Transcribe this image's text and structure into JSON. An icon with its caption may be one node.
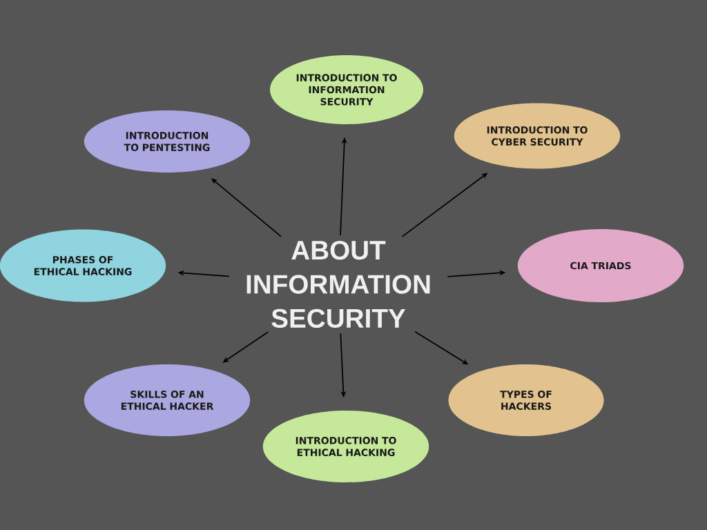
{
  "diagram": {
    "nodes": [
      {
        "text": [
          "ABOUT INFORMATION SECURITY"
        ]
      },
      {
        "text": [
          "INTRODUCTION TO INFORMATION SECURITY"
        ]
      },
      {
        "text": [
          "INTRODUCTION TO PENTESTING"
        ]
      },
      {
        "text": [
          "INTRODUCTION TO CYBER SECURITY"
        ]
      },
      {
        "text": [
          "PHASES OF ETHICAL HACKING"
        ]
      },
      {
        "text": [
          "CIA TRIADS"
        ]
      },
      {
        "text": [
          "SKILLS OF AN ETHICAL HACKER"
        ]
      },
      {
        "text": [
          "TYPES OF HACKERS"
        ]
      },
      {
        "text": [
          "INTRODUCTION TO ETHICAL HACKING"
        ]
      }
    ],
    "edges": [
      {
        "from": 0,
        "to": 1,
        "arrow": "to"
      },
      {
        "from": 0,
        "to": 2,
        "arrow": "to"
      },
      {
        "from": 0,
        "to": 3,
        "arrow": "to"
      },
      {
        "from": 0,
        "to": 4,
        "arrow": "to"
      },
      {
        "from": 0,
        "to": 5,
        "arrow": "to"
      },
      {
        "from": 0,
        "to": 6,
        "arrow": "to"
      },
      {
        "from": 0,
        "to": 7,
        "arrow": "to"
      },
      {
        "from": 0,
        "to": 8,
        "arrow": "to"
      }
    ]
  }
}
